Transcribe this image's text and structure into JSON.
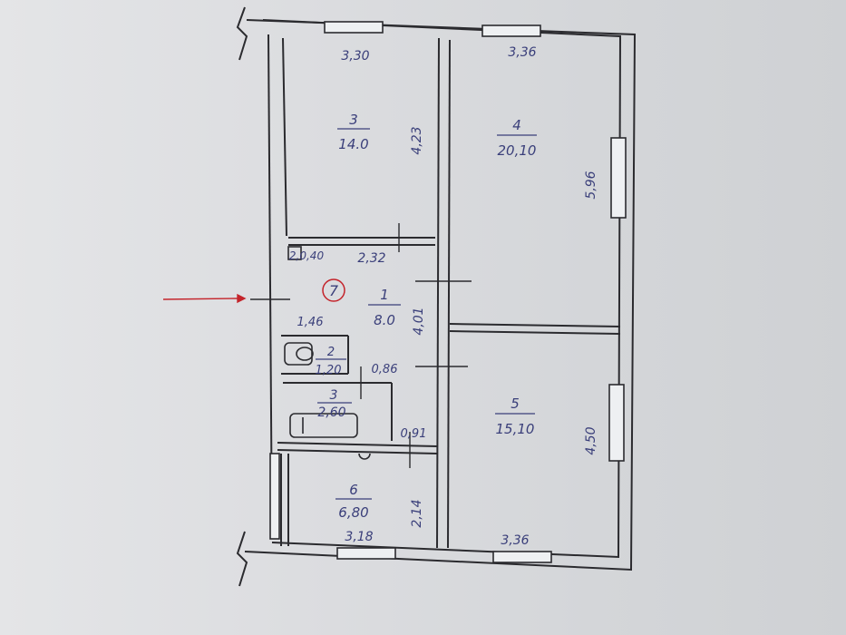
{
  "plan": {
    "rooms": [
      {
        "id": "room-3",
        "number": "3",
        "area": "14.0"
      },
      {
        "id": "room-4",
        "number": "4",
        "area": "20,10"
      },
      {
        "id": "room-1",
        "number": "1",
        "area": "8.0"
      },
      {
        "id": "room-2",
        "number": "2",
        "area": "1,20"
      },
      {
        "id": "room-3b",
        "number": "3",
        "area": "2,60"
      },
      {
        "id": "room-5",
        "number": "5",
        "area": "15,10"
      },
      {
        "id": "room-6",
        "number": "6",
        "area": "6,80"
      }
    ],
    "dimensions": {
      "d1": "3,30",
      "d2": "3,36",
      "d3": "4,23",
      "d4": "5,96",
      "d5": "2,0,40",
      "d6": "2,32",
      "d7": "1,46",
      "d8": "4,01",
      "d9": "0,86",
      "d10": "0,91",
      "d11": "4,50",
      "d12": "2,14",
      "d13": "3,18",
      "d14": "3,36"
    },
    "entrance_marker": "7",
    "colors": {
      "ink": "#3a3f7a",
      "wall": "#2b2b2f",
      "marker": "#c4242b",
      "paper": "#dcdde0"
    }
  }
}
